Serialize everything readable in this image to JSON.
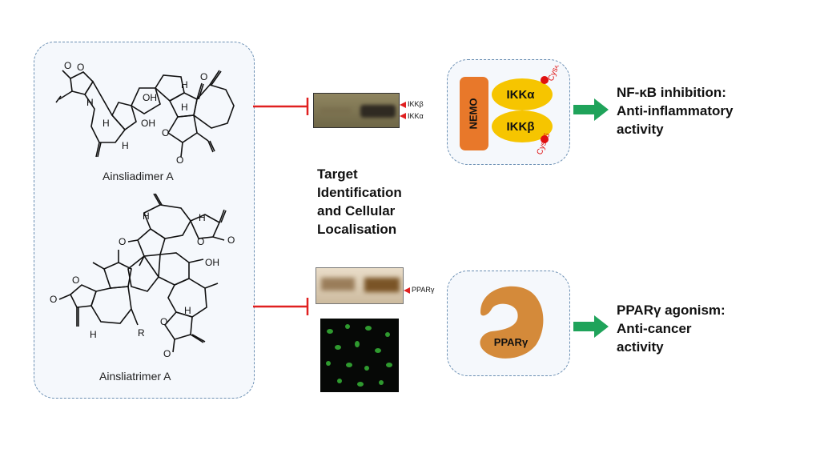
{
  "compounds": [
    {
      "name": "Ainsliadimer A"
    },
    {
      "name": "Ainsliatrimer A"
    }
  ],
  "center": {
    "title_lines": [
      "Target",
      "Identification",
      "and Cellular",
      "Localisation"
    ]
  },
  "blots": {
    "top_labels": [
      "IKKβ",
      "IKKα"
    ],
    "bottom_label": "PPARγ"
  },
  "complex": {
    "nemo": "NEMO",
    "ikka": "IKKα",
    "ikkb": "IKKβ",
    "site_top": "Cys46",
    "site_bottom": "Cys46"
  },
  "ppar": {
    "label": "PPARγ"
  },
  "outcomes": [
    {
      "lines": [
        "NF-κB inhibition:",
        "Anti-inflammatory",
        "activity"
      ]
    },
    {
      "lines": [
        "PPARγ agonism:",
        "Anti-cancer",
        "activity"
      ]
    }
  ],
  "structure_atoms": {
    "O": "O",
    "OH": "OH",
    "H": "H",
    "R": "R"
  },
  "colors": {
    "inhibit_line": "#e02020",
    "arrow": "#1fa35a",
    "nemo": "#e8782a",
    "ikk": "#f6c500",
    "ppar": "#d48a3a",
    "box_border": "#6b8fb3",
    "fluor": "#2f9a2f"
  }
}
